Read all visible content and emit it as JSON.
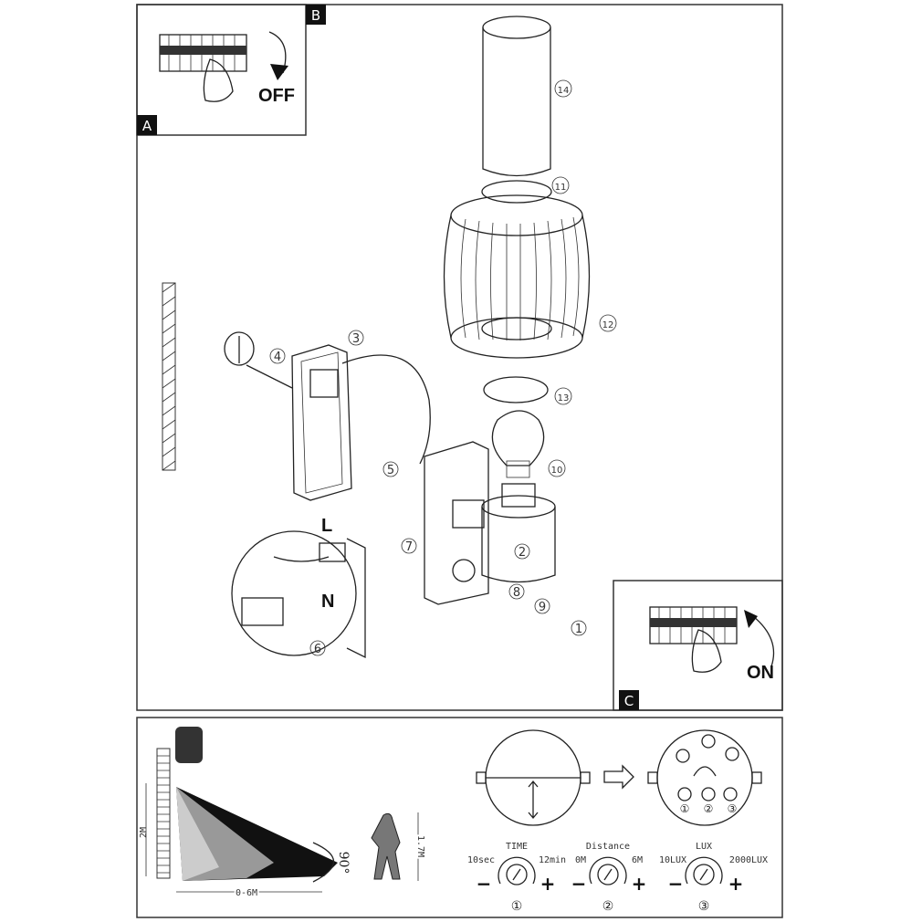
{
  "panels": {
    "a": {
      "label": "A",
      "action": "OFF"
    },
    "b": {
      "label": "B"
    },
    "c": {
      "label": "C",
      "action": "ON"
    }
  },
  "wiring": {
    "live": "L",
    "neutral": "N"
  },
  "steps": [
    "1",
    "2",
    "3",
    "4",
    "5",
    "6",
    "7",
    "8",
    "9",
    "10",
    "11",
    "12",
    "13",
    "14"
  ],
  "sensor_range": {
    "mount_height": "2M",
    "person_height": "1.7M",
    "distance": "0-6M",
    "angle": "90°"
  },
  "controls": [
    {
      "number": "①",
      "title": "TIME",
      "min": "10sec",
      "max": "12min",
      "minus": "−",
      "plus": "+"
    },
    {
      "number": "②",
      "title": "Distance",
      "min": "0M",
      "max": "6M",
      "minus": "−",
      "plus": "+"
    },
    {
      "number": "③",
      "title": "LUX",
      "min": "10LUX",
      "max": "2000LUX",
      "minus": "−",
      "plus": "+"
    }
  ],
  "dial_marks": [
    "①",
    "②",
    "③"
  ]
}
